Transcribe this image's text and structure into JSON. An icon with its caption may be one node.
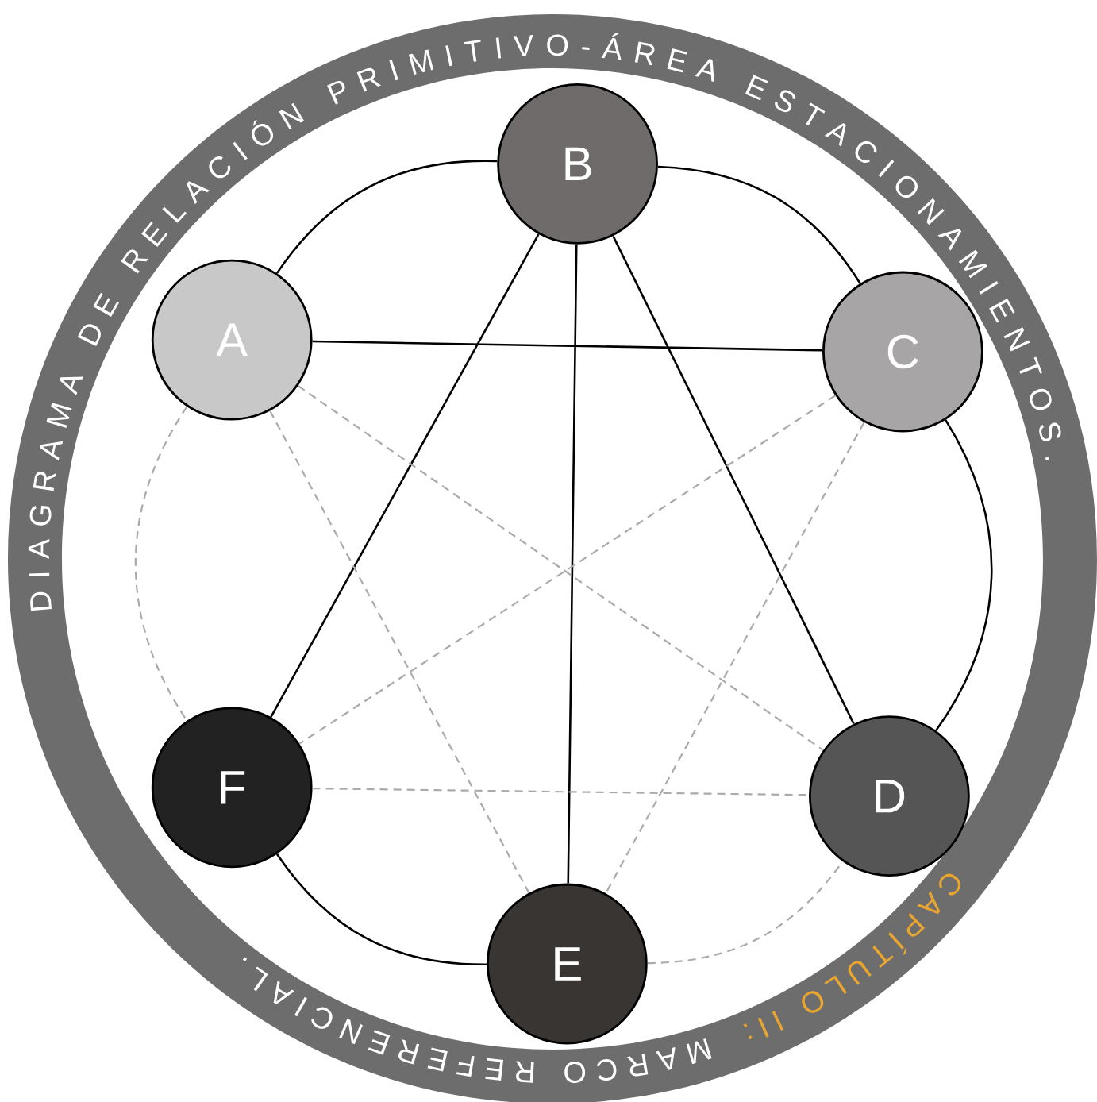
{
  "diagram": {
    "nodes": [
      {
        "text": [
          "A"
        ]
      },
      {
        "text": [
          "B"
        ]
      },
      {
        "text": [
          "C"
        ]
      },
      {
        "text": [
          "D"
        ]
      },
      {
        "text": [
          "E"
        ]
      },
      {
        "text": [
          "F"
        ]
      }
    ],
    "edges": [
      {
        "from": 0,
        "to": 1,
        "arrow": "none"
      },
      {
        "from": 1,
        "to": 2,
        "arrow": "none"
      },
      {
        "from": 2,
        "to": 3,
        "arrow": "none"
      },
      {
        "from": 0,
        "to": 2,
        "arrow": "none"
      },
      {
        "from": 1,
        "to": 5,
        "arrow": "none"
      },
      {
        "from": 1,
        "to": 4,
        "arrow": "none"
      },
      {
        "from": 1,
        "to": 3,
        "arrow": "none"
      },
      {
        "from": 5,
        "to": 4,
        "arrow": "none"
      },
      {
        "from": 0,
        "to": 5,
        "arrow": "none",
        "style": "dashed",
        "color": "#aaaaaa"
      },
      {
        "from": 0,
        "to": 3,
        "arrow": "none",
        "style": "dashed",
        "color": "#aaaaaa"
      },
      {
        "from": 0,
        "to": 4,
        "arrow": "none",
        "style": "dashed",
        "color": "#aaaaaa"
      },
      {
        "from": 2,
        "to": 5,
        "arrow": "none",
        "style": "dashed",
        "color": "#aaaaaa"
      },
      {
        "from": 2,
        "to": 4,
        "arrow": "none",
        "style": "dashed",
        "color": "#aaaaaa"
      },
      {
        "from": 5,
        "to": 3,
        "arrow": "none",
        "style": "dashed",
        "color": "#aaaaaa"
      },
      {
        "from": 4,
        "to": 3,
        "arrow": "none",
        "style": "dashed",
        "color": "#aaaaaa"
      }
    ],
    "labels": [
      "DIAGRAMA DE RELACIÓN PRIMITIVO-ÁREA ESTACIONAMIENTOS.",
      "CAPÍTULO II:",
      "MARCO REFERENCIAL."
    ]
  }
}
